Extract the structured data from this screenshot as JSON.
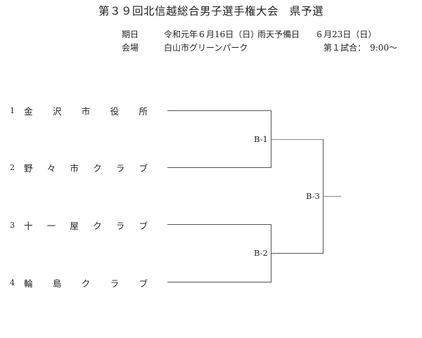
{
  "title": "第３９回北信越総合男子選手権大会　県予選",
  "info": {
    "date_label": "期日",
    "date_value": "令和元年６月16日（日）",
    "rain_label": "雨天予備日",
    "rain_value": "６月23日（日）",
    "venue_label": "会場",
    "venue_value": "白山市グリーンパーク",
    "first_match": "第１試合：　9:00～"
  },
  "teams": [
    {
      "num": "1",
      "chars": [
        "金",
        "沢",
        "市",
        "役",
        "所"
      ]
    },
    {
      "num": "2",
      "chars": [
        "野",
        "々",
        "市",
        "ク",
        "ラ",
        "ブ"
      ]
    },
    {
      "num": "3",
      "chars": [
        "十",
        "一",
        "屋",
        "ク",
        "ラ",
        "ブ"
      ]
    },
    {
      "num": "4",
      "chars": [
        "輪",
        "島",
        "ク",
        "ラ",
        "ブ"
      ]
    }
  ],
  "matches": {
    "b1": "B-1",
    "b2": "B-2",
    "b3": "B-3"
  }
}
